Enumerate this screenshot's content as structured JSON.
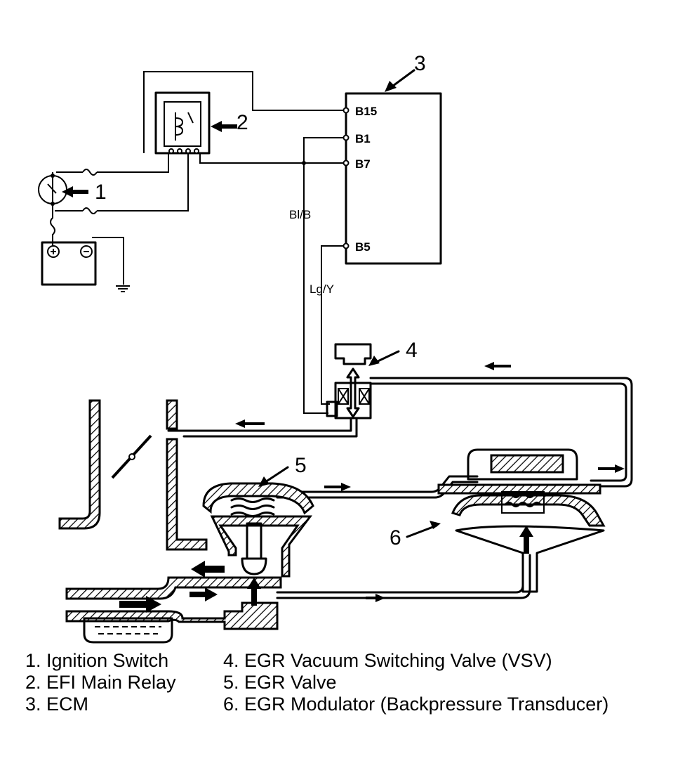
{
  "callouts": [
    "1",
    "2",
    "3",
    "4",
    "5",
    "6"
  ],
  "ecm_pins": [
    "B15",
    "B1",
    "B7",
    "B5"
  ],
  "wire_labels": [
    "Bl/B",
    "Lg/Y"
  ],
  "legend_left": [
    "1. Ignition Switch",
    "2. EFI Main Relay",
    "3. ECM"
  ],
  "legend_right": [
    "4. EGR Vacuum Switching Valve (VSV)",
    "5. EGR Valve",
    "6. EGR Modulator (Backpressure Transducer)"
  ]
}
